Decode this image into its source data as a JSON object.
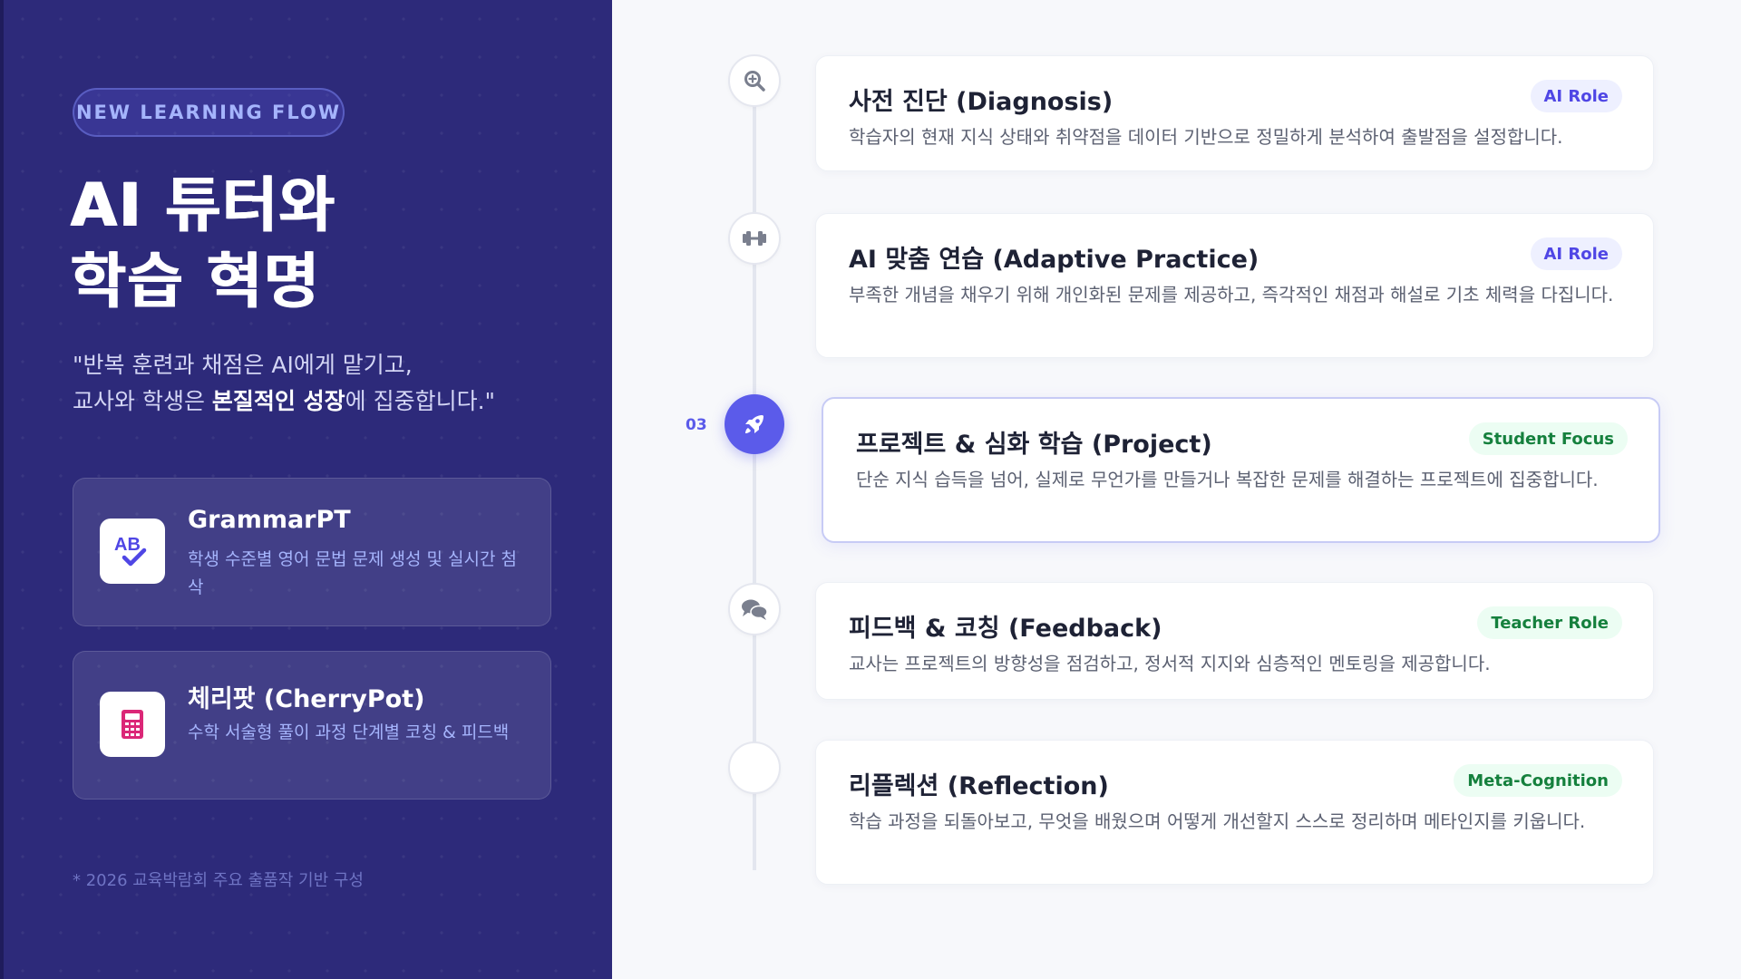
{
  "left_panel": {
    "badge": "NEW LEARNING FLOW",
    "title_line1": "AI 튜터와",
    "title_line2": "학습 혁명",
    "quote_line1": "\"반복 훈련과 채점은 AI에게 맡기고,",
    "quote_line2_pre": "교사와 학생은 ",
    "quote_line2_bold": "본질적인 성장",
    "quote_line2_post": "에 집중합니다.\"",
    "tools": [
      {
        "name": "GrammarPT",
        "desc": "학생 수준별 영어 문법 문제 생성 및 실시간 첨삭",
        "icon": "ab-check-icon"
      },
      {
        "name": "체리팟 (CherryPot)",
        "desc": "수학 서술형 풀이 과정 단계별 코칭 & 피드백",
        "icon": "calculator-icon"
      }
    ],
    "footnote": "* 2026 교육박람회 주요 출품작 기반 구성"
  },
  "timeline": {
    "active_step_number": "03",
    "steps": [
      {
        "title": "사전 진단 (Diagnosis)",
        "desc": "학습자의 현재 지식 상태와 취약점을 데이터 기반으로 정밀하게 분석하여 출발점을 설정합니다.",
        "tag": "AI Role",
        "icon": "magnifier-plus-icon"
      },
      {
        "title": "AI 맞춤 연습 (Adaptive Practice)",
        "desc": "부족한 개념을 채우기 위해 개인화된 문제를 제공하고, 즉각적인 채점과 해설로 기초 체력을 다집니다.",
        "tag": "AI Role",
        "icon": "dumbbell-icon"
      },
      {
        "title": "프로젝트 & 심화 학습 (Project)",
        "desc": "단순 지식 습득을 넘어, 실제로 무언가를 만들거나 복잡한 문제를 해결하는 프로젝트에 집중합니다.",
        "tag": "Student Focus",
        "icon": "rocket-icon"
      },
      {
        "title": "피드백 & 코칭 (Feedback)",
        "desc": "교사는 프로젝트의 방향성을 점검하고, 정서적 지지와 심층적인 멘토링을 제공합니다.",
        "tag": "Teacher Role",
        "icon": "chat-bubbles-icon"
      },
      {
        "title": "리플렉션 (Reflection)",
        "desc": "학습 과정을 되돌아보고, 무엇을 배웠으며 어떻게 개선할지 스스로 정리하며 메타인지를 키웁니다.",
        "tag": "Meta-Cognition",
        "icon": ""
      }
    ]
  },
  "colors": {
    "panel_bg": "#2d2a7a",
    "accent": "#5b5bea",
    "ai_tag": "#4f46e5",
    "green_tag": "#15803d"
  }
}
